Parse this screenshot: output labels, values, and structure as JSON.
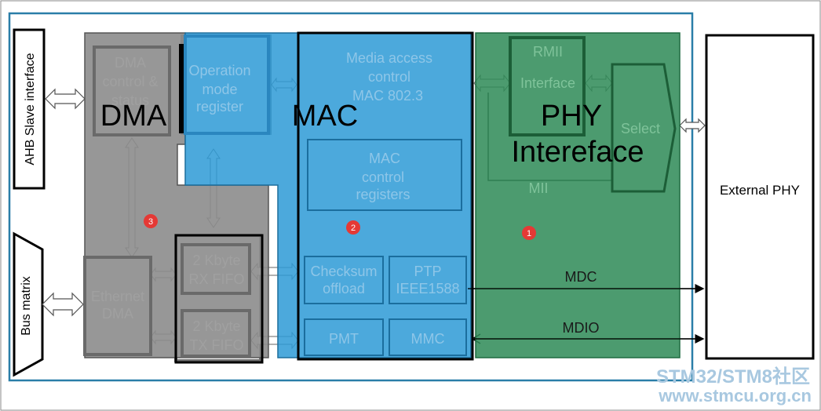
{
  "labels": {
    "ahb": "AHB Slave interface",
    "bus_matrix": "Bus matrix",
    "external_phy": "External PHY",
    "dma_ctrl": [
      "DMA",
      "control &",
      "status"
    ],
    "op_mode": [
      "Operation",
      "mode",
      "register"
    ],
    "mac_title": [
      "Media access",
      "control",
      "MAC 802.3"
    ],
    "mac_ctrl": [
      "MAC",
      "control",
      "registers"
    ],
    "rmii": [
      "RMII",
      "Interface"
    ],
    "select": "Select",
    "mii": "MII",
    "ethernet_dma": [
      "Ethernet",
      "DMA"
    ],
    "rx_fifo": [
      "2 Kbyte",
      "RX FIFO"
    ],
    "tx_fifo": [
      "2 Kbyte",
      "TX FIFO"
    ],
    "checksum": [
      "Checksum",
      "offload"
    ],
    "ptp": [
      "PTP",
      "IEEE1588"
    ],
    "pmt": "PMT",
    "mmc": "MMC",
    "mdc": "MDC",
    "mdio": "MDIO"
  },
  "overlays": {
    "dma": "DMA",
    "mac": "MAC",
    "phy": [
      "PHY",
      "Intereface"
    ]
  },
  "markers": {
    "m1": "1",
    "m2": "2",
    "m3": "3"
  },
  "watermark": {
    "line1": "STM32/STM8社区",
    "line2": "www.stmcu.org.cn"
  },
  "colors": {
    "dma": "#8c8c8c",
    "mac": "#2e9bd6",
    "phy": "#2e8b57",
    "marker": "#e53935",
    "frame": "#2a7ea8",
    "watermark": "#a8c8e0"
  }
}
